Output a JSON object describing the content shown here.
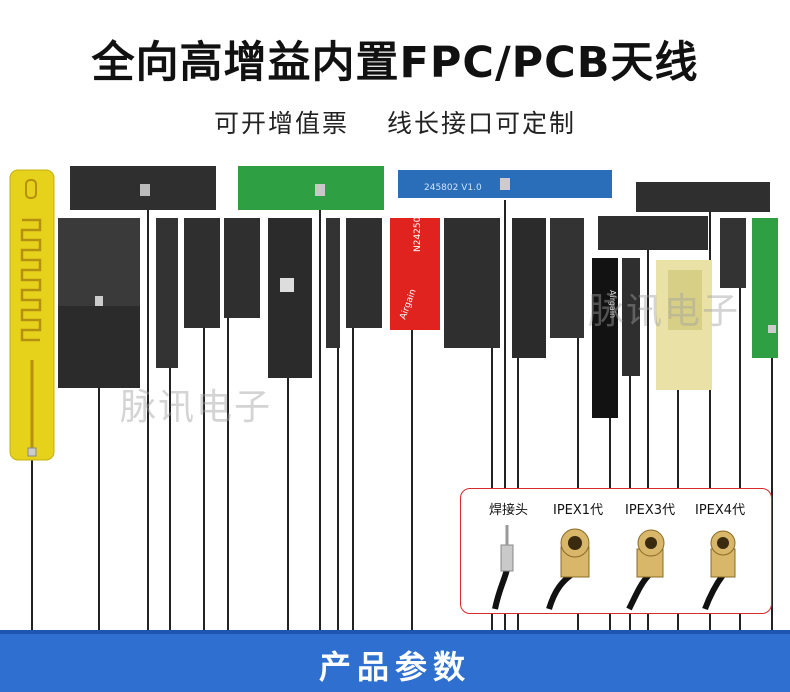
{
  "header": {
    "title": "全向高增益内置FPC/PCB天线",
    "subtitle_left": "可开增值票",
    "subtitle_right": "线长接口可定制"
  },
  "watermarks": [
    "脉讯电子",
    "脉讯电子"
  ],
  "antenna_labels": {
    "blue_board": "245802 V1.0",
    "red_board_model": "N24250",
    "red_board_brand": "Airgain",
    "black_board_brand": "Airgain"
  },
  "connectors": {
    "labels": [
      "焊接头",
      "IPEX1代",
      "IPEX3代",
      "IPEX4代"
    ]
  },
  "footer": {
    "title": "产品参数"
  },
  "colors": {
    "footer_blue": "#2f6fd0",
    "box_border_red": "#d52b2b",
    "pcb_green": "#2ea043",
    "pcb_blue": "#2a6db8",
    "pcb_red": "#e0231f",
    "fpc_yellow": "#e6d21a",
    "fpc_dark": "#2b2b2b"
  }
}
